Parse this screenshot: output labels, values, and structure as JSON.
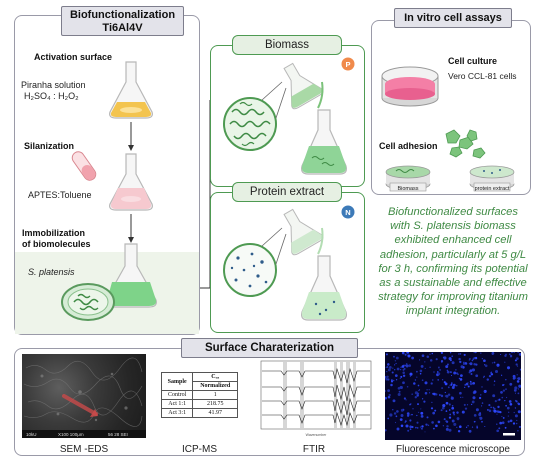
{
  "colors": {
    "accent_green": "#4e9a52",
    "panel_border": "#9a9aa8",
    "header_fill": "#e3e3ea",
    "summary_text": "#3f8a44"
  },
  "biofunc": {
    "title_line1": "Biofunctionalization",
    "title_line2": "Ti6Al4V",
    "step_activation": "Activation surface",
    "piranha_line1": "Piranha solution",
    "piranha_line2": "H₂SO₄ : H₂O₂",
    "step_silanization": "Silanization",
    "aptes": "APTES:Toluene",
    "step_immob_line1": "Immobilization",
    "step_immob_line2": "of biomolecules",
    "organism": "S. platensis"
  },
  "biomass": {
    "title": "Biomass",
    "badge": "P"
  },
  "protein": {
    "title": "Protein extract",
    "badge": "N"
  },
  "invitro": {
    "title": "In vitro cell assays",
    "culture_title": "Cell culture",
    "culture_cells": "Vero CCL-81 cells",
    "adhesion_title": "Cell adhesion",
    "dish1": "Biomass",
    "dish2": "protein extract"
  },
  "summary": {
    "line1": "Biofunctionalized surfaces",
    "line2a": "with ",
    "line2b": "S. platensis",
    "line2c": " biomass",
    "line3": "exhibited enhanced cell",
    "line4": "adhesion, particularly at 5 g/L",
    "line5": "for 3 h, confirming its potential",
    "line6": "as a sustainable and effective",
    "line7": "strategy for improving titanium",
    "line8": "implant integration."
  },
  "surface": {
    "title": "Surface Charaterization",
    "sem_caption": "SEM -EDS",
    "icp_caption": "ICP-MS",
    "ftir_caption": "FTIR",
    "fluor_caption": "Fluorescence microscope",
    "sem_footer1": "10kU",
    "sem_footer2": "X100 100μm",
    "sem_footer3": "56 28 SEI"
  },
  "icp_table": {
    "header_sample": "Sample",
    "header_col": "Cₒₐ",
    "header_sub": "Normalized",
    "rows": [
      {
        "sample": "Control",
        "value": "1"
      },
      {
        "sample": "Act 1:1",
        "value": "218.75"
      },
      {
        "sample": "Act 3:1",
        "value": "41.97"
      }
    ]
  },
  "ftir": {
    "xlabel": "Wavenumber"
  }
}
